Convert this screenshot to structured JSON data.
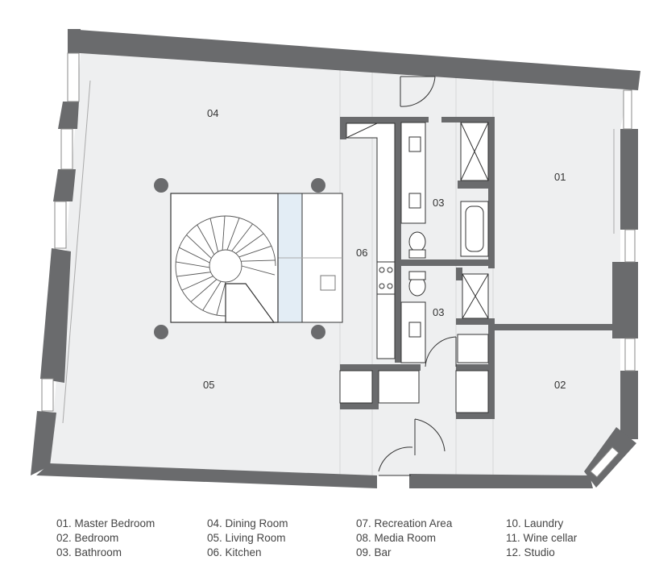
{
  "colors": {
    "wall": "#6a6b6d",
    "floor": "#eeeff0",
    "stair_glass": "#e3edf5",
    "line": "#2f2f2f"
  },
  "room_labels": {
    "dining": "04",
    "living": "05",
    "kitchen": "06",
    "master_bedroom": "01",
    "bedroom": "02",
    "bathroom_upper": "03",
    "bathroom_lower": "03"
  },
  "legend": {
    "col1": [
      "01. Master Bedroom",
      "02. Bedroom",
      "03. Bathroom"
    ],
    "col2": [
      "04. Dining Room",
      "05. Living Room",
      "06. Kitchen"
    ],
    "col3": [
      "07. Recreation Area",
      "08. Media Room",
      "09. Bar"
    ],
    "col4": [
      "10. Laundry",
      "11. Wine cellar",
      "12. Studio"
    ]
  }
}
